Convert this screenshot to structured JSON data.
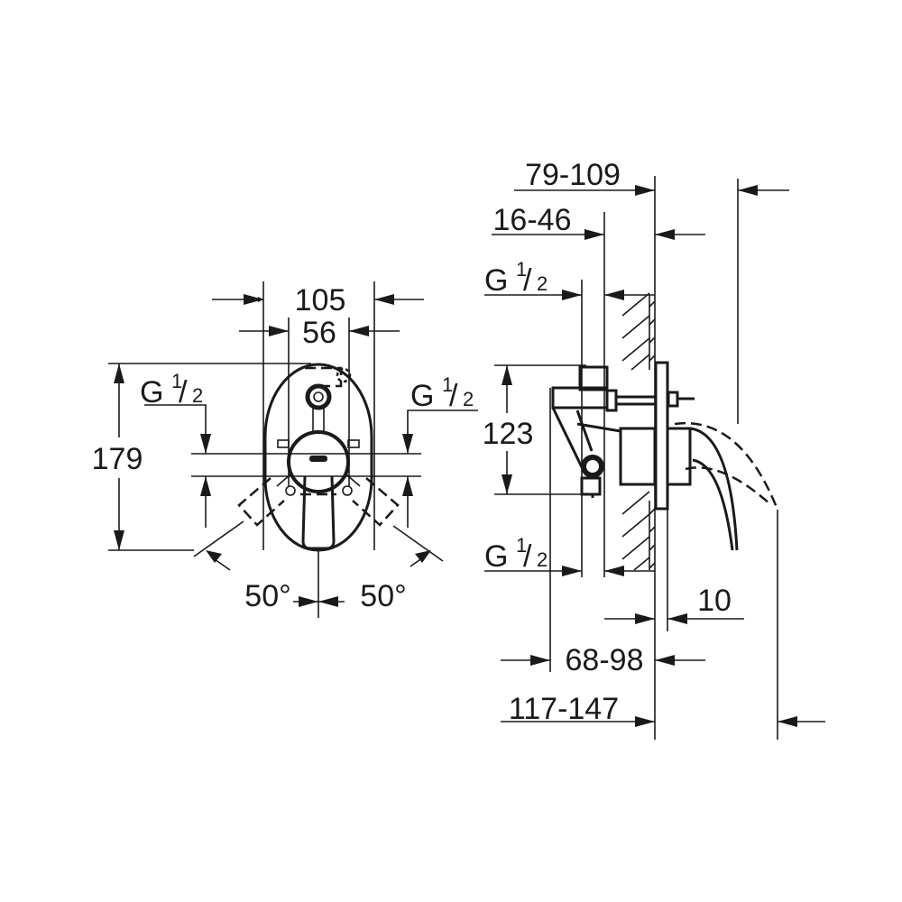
{
  "front_view": {
    "dim_width_outer": "105",
    "dim_width_inner": "56",
    "dim_height": "179",
    "thread_left": {
      "base": "G",
      "num": "1",
      "slash": "/",
      "den": "2"
    },
    "thread_right": {
      "base": "G",
      "num": "1",
      "slash": "/",
      "den": "2"
    },
    "angle_left": "50°",
    "angle_right": "50°"
  },
  "side_view": {
    "dim_79_109": "79-109",
    "dim_16_46": "16-46",
    "thread_top": {
      "base": "G",
      "num": "1",
      "slash": "/",
      "den": "2"
    },
    "dim_123": "123",
    "thread_bottom": {
      "base": "G",
      "num": "1",
      "slash": "/",
      "den": "2"
    },
    "dim_10": "10",
    "dim_68_98": "68-98",
    "dim_117_147": "117-147"
  }
}
